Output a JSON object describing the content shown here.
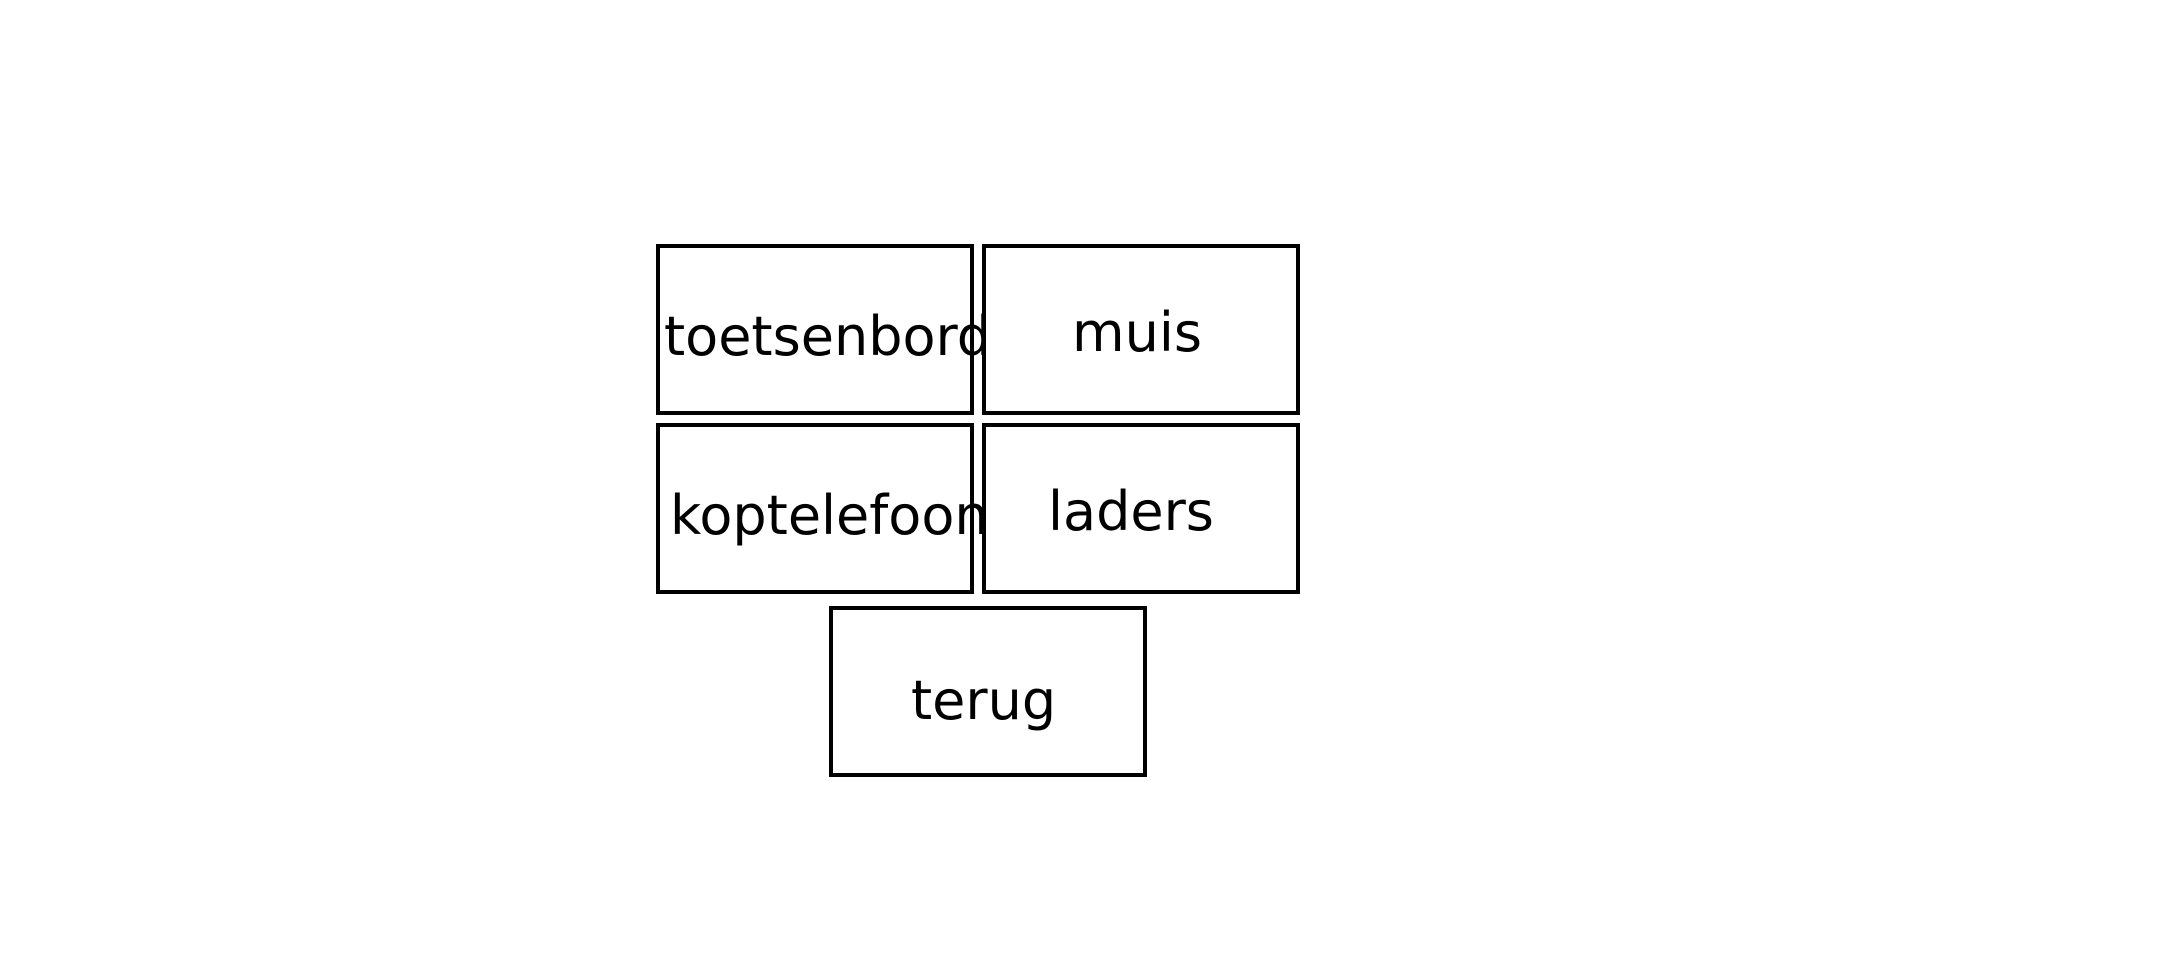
{
  "menu": {
    "buttons": [
      {
        "label": "toetsenbord"
      },
      {
        "label": "muis"
      },
      {
        "label": "koptelefoon"
      },
      {
        "label": "laders"
      }
    ],
    "back_label": "terug"
  },
  "colors": {
    "background": "#ffffff",
    "border": "#000000",
    "text": "#000000"
  }
}
